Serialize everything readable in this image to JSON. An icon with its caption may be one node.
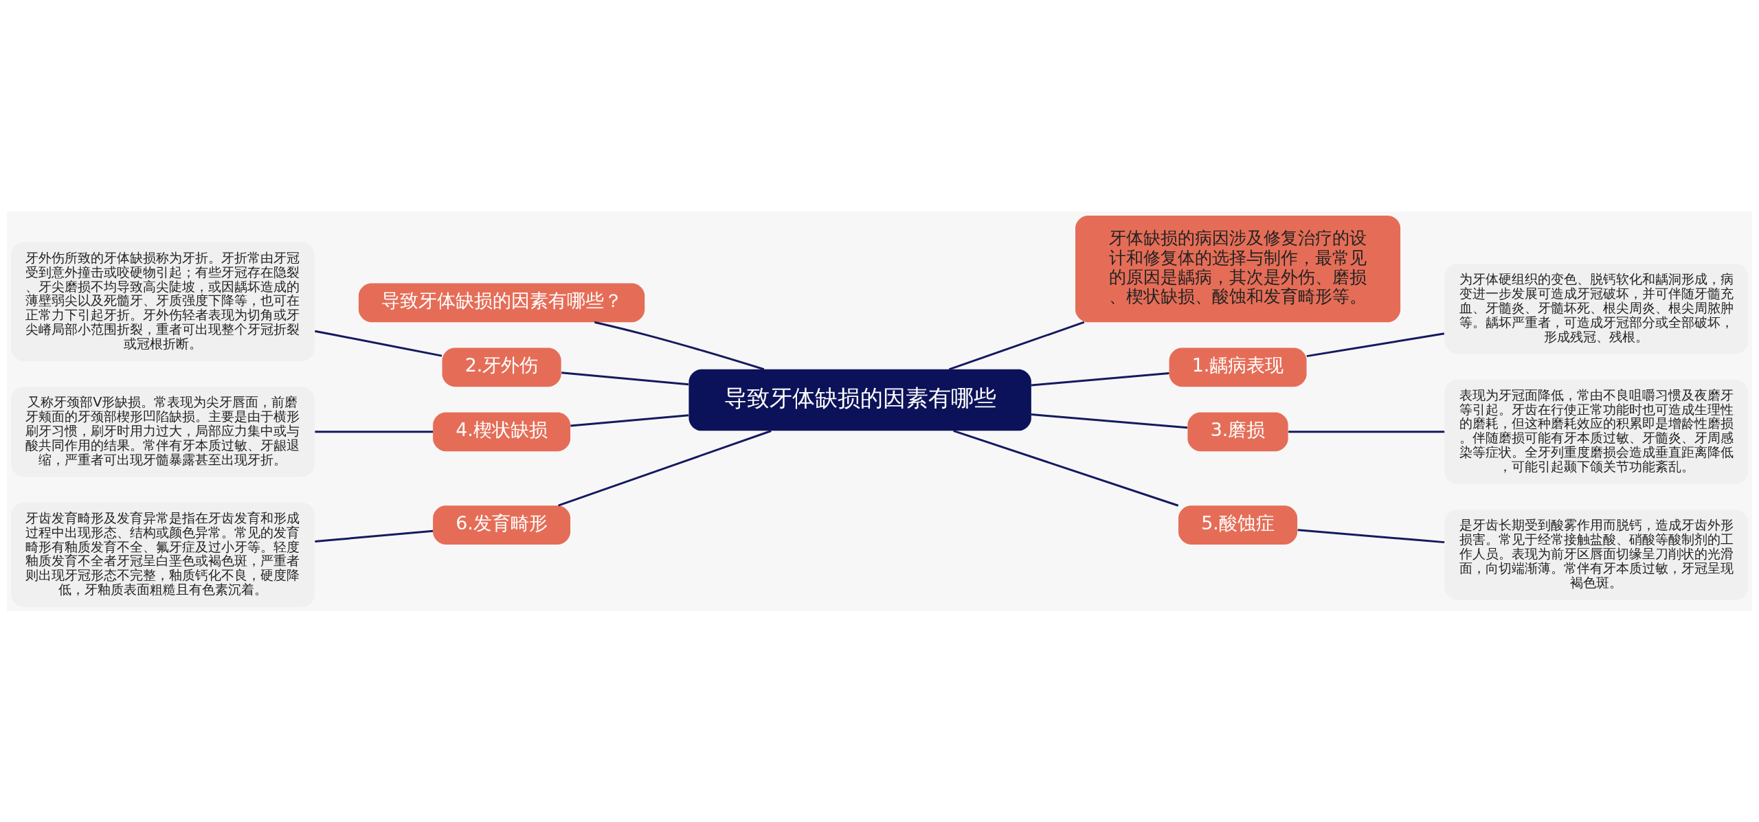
{
  "diagram": {
    "nodes": [
      {
        "text": [
          "导致牙体缺损的因素有哪些"
        ]
      },
      {
        "text": [
          "导致牙体缺损的因素有哪些？"
        ]
      },
      {
        "text": [
          "2.牙外伤"
        ]
      },
      {
        "text": [
          "牙外伤所致的牙体缺损称为牙折。牙折常由牙冠受到意外撞击或咬硬物引起；有些牙冠存在隐裂、牙尖磨损不均导致高尖陡坡，或因龋坏造成的薄壁弱尖以及死髓牙、牙质强度下降等，也可在正常力下引起牙折。牙外伤轻者表现为切角或牙尖嵴局部小范围折裂，重者可出现整个牙冠折裂或冠根折断。"
        ]
      },
      {
        "text": [
          "4.楔状缺损"
        ]
      },
      {
        "text": [
          "又称牙颈部V形缺损。常表现为尖牙唇面，前磨牙颊面的牙颈部楔形凹陷缺损。主要是由于横形刷牙习惯，刷牙时用力过大，局部应力集中或与酸共同作用的结果。常伴有牙本质过敏、牙龈退缩，严重者可出现牙髓暴露甚至出现牙折。"
        ]
      },
      {
        "text": [
          "6.发育畸形"
        ]
      },
      {
        "text": [
          "牙齿发育畸形及发育异常是指在牙齿发育和形成过程中出现形态、结构或颜色异常。常见的发育畸形有釉质发育不全、氟牙症及过小牙等。轻度釉质发育不全者牙冠呈白垩色或褐色斑，严重者则出现牙冠形态不完整，釉质钙化不良，硬度降低，牙釉质表面粗糙且有色素沉着。"
        ]
      },
      {
        "text": [
          "牙体缺损的病因涉及修复治疗的设计和修复体的选择与制作，最常见的原因是龋病，其次是外伤、磨损、楔状缺损、酸蚀和发育畸形等。"
        ]
      },
      {
        "text": [
          "1.龋病表现"
        ]
      },
      {
        "text": [
          "为牙体硬组织的变色、脱钙软化和龋洞形成，病变进一步发展可造成牙冠破坏，并可伴随牙髓充血、牙髓炎、牙髓坏死、根尖周炎、根尖周脓肿等。龋坏严重者，可造成牙冠部分或全部破坏，形成残冠、残根。"
        ]
      },
      {
        "text": [
          "3.磨损"
        ]
      },
      {
        "text": [
          "表现为牙冠面降低，常由不良咀嚼习惯及夜磨牙等引起。牙齿在行使正常功能时也可造成生理性的磨耗，但这种磨耗效应的积累即是增龄性磨损。伴随磨损可能有牙本质过敏、牙髓炎、牙周感染等症状。全牙列重度磨损会造成垂直距离降低，可能引起颞下颌关节功能紊乱。"
        ]
      },
      {
        "text": [
          "5.酸蚀症"
        ]
      },
      {
        "text": [
          "是牙齿长期受到酸雾作用而脱钙，造成牙齿外形损害。常见于经常接触盐酸、硝酸等酸制剂的工作人员。表现为前牙区唇面切缘呈刀削状的光滑面，向切端渐薄。常伴有牙本质过敏，牙冠呈现褐色斑。"
        ]
      }
    ],
    "edges": [
      {
        "from": 1,
        "to": 0,
        "arrow": "none"
      },
      {
        "from": 3,
        "to": 2,
        "arrow": "none"
      },
      {
        "from": 2,
        "to": 0,
        "arrow": "none"
      },
      {
        "from": 5,
        "to": 4,
        "arrow": "none"
      },
      {
        "from": 4,
        "to": 0,
        "arrow": "none"
      },
      {
        "from": 7,
        "to": 6,
        "arrow": "none"
      },
      {
        "from": 6,
        "to": 0,
        "arrow": "none"
      },
      {
        "from": 0,
        "to": 8,
        "arrow": "none"
      },
      {
        "from": 0,
        "to": 9,
        "arrow": "none"
      },
      {
        "from": 9,
        "to": 10,
        "arrow": "none"
      },
      {
        "from": 0,
        "to": 11,
        "arrow": "none"
      },
      {
        "from": 11,
        "to": 12,
        "arrow": "none"
      },
      {
        "from": 0,
        "to": 13,
        "arrow": "none"
      },
      {
        "from": 13,
        "to": 14,
        "arrow": "none"
      }
    ]
  }
}
